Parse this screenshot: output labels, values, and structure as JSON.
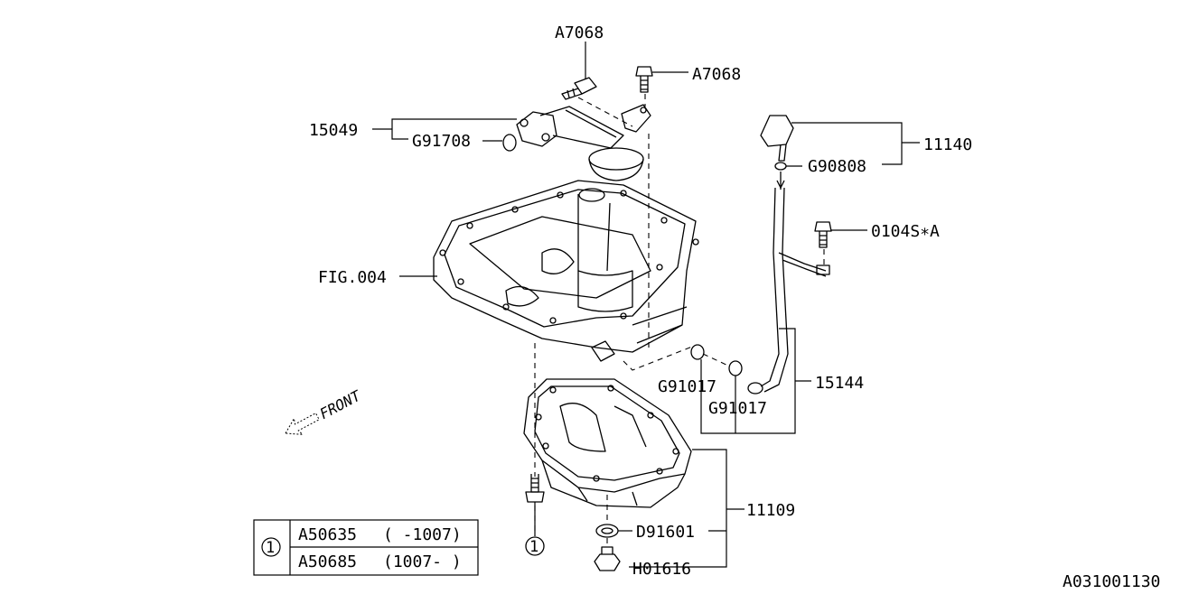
{
  "labels": {
    "a7068_top": "A7068",
    "a7068_right": "A7068",
    "p15049": "15049",
    "g91708": "G91708",
    "p11140": "11140",
    "g90808": "G90808",
    "p0104s": "0104S∗A",
    "fig004": "FIG.004",
    "p15144": "15144",
    "g91017_a": "G91017",
    "g91017_b": "G91017",
    "p11109": "11109",
    "d91601": "D91601",
    "h01616": "H01616",
    "front": "FRONT",
    "ref_marker": "1",
    "diagram_id": "A031001130"
  },
  "legend": {
    "marker": "1",
    "rows": [
      {
        "part": "A50635",
        "range": "( -1007)"
      },
      {
        "part": "A50685",
        "range": "(1007- )"
      }
    ]
  }
}
